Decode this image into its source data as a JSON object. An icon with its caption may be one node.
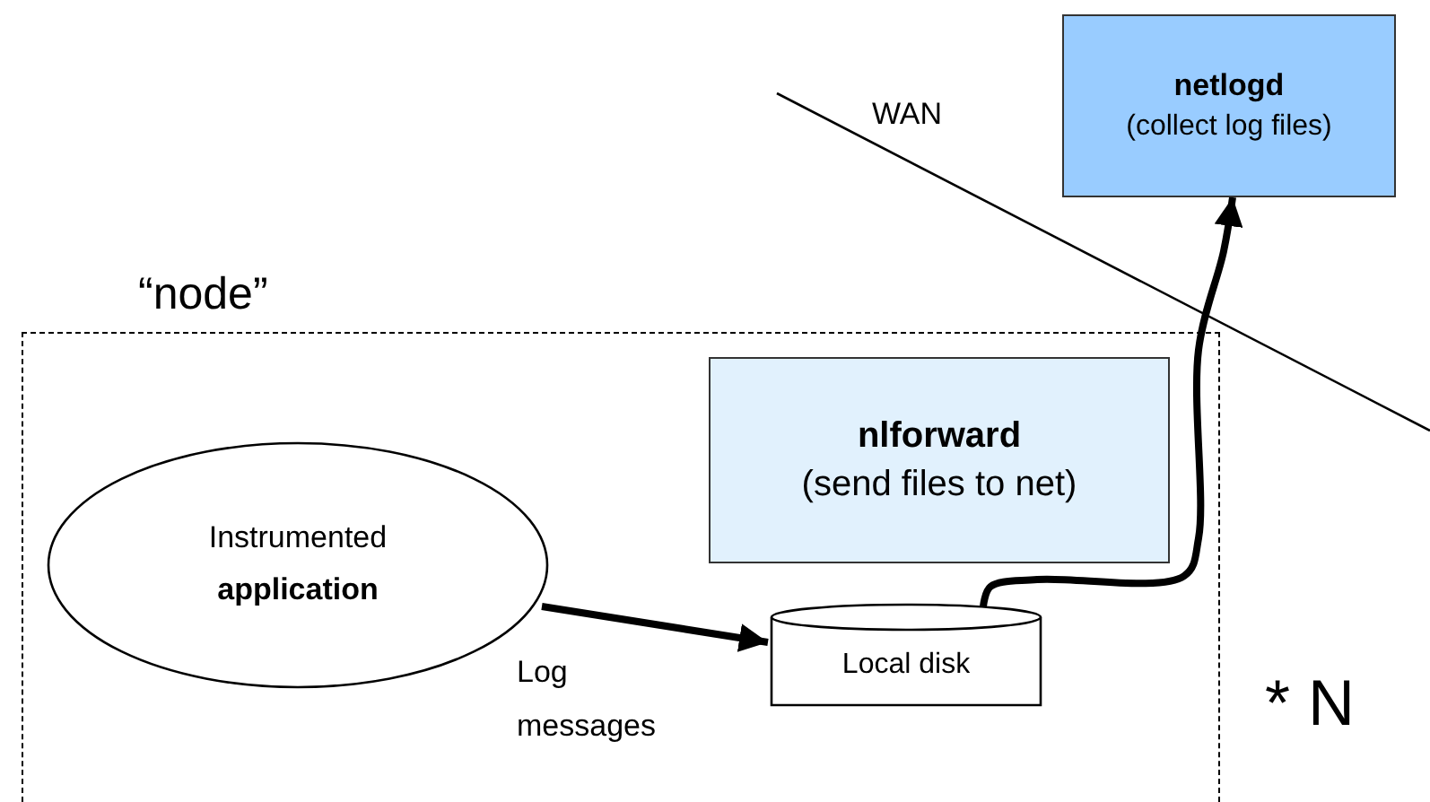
{
  "diagram": {
    "nodes": [
      {
        "text": [
          "netlogd",
          "(collect log files)"
        ]
      },
      {
        "text": [
          "“node”"
        ],
        "beside": [
          "* N"
        ]
      },
      {
        "text": [
          "Instrumented **application**"
        ],
        "in": 1
      },
      {
        "text": [
          "nlforward",
          "(send files to net)"
        ],
        "in": 1
      },
      {
        "text": [
          "Local disk"
        ],
        "in": 1
      }
    ],
    "edges": [
      {
        "from": 2,
        "to": 4,
        "arrow": "to",
        "label": "Log messages"
      },
      {
        "from": 4,
        "to": 0,
        "arrow": "to"
      }
    ],
    "labels": [
      "WAN"
    ]
  }
}
